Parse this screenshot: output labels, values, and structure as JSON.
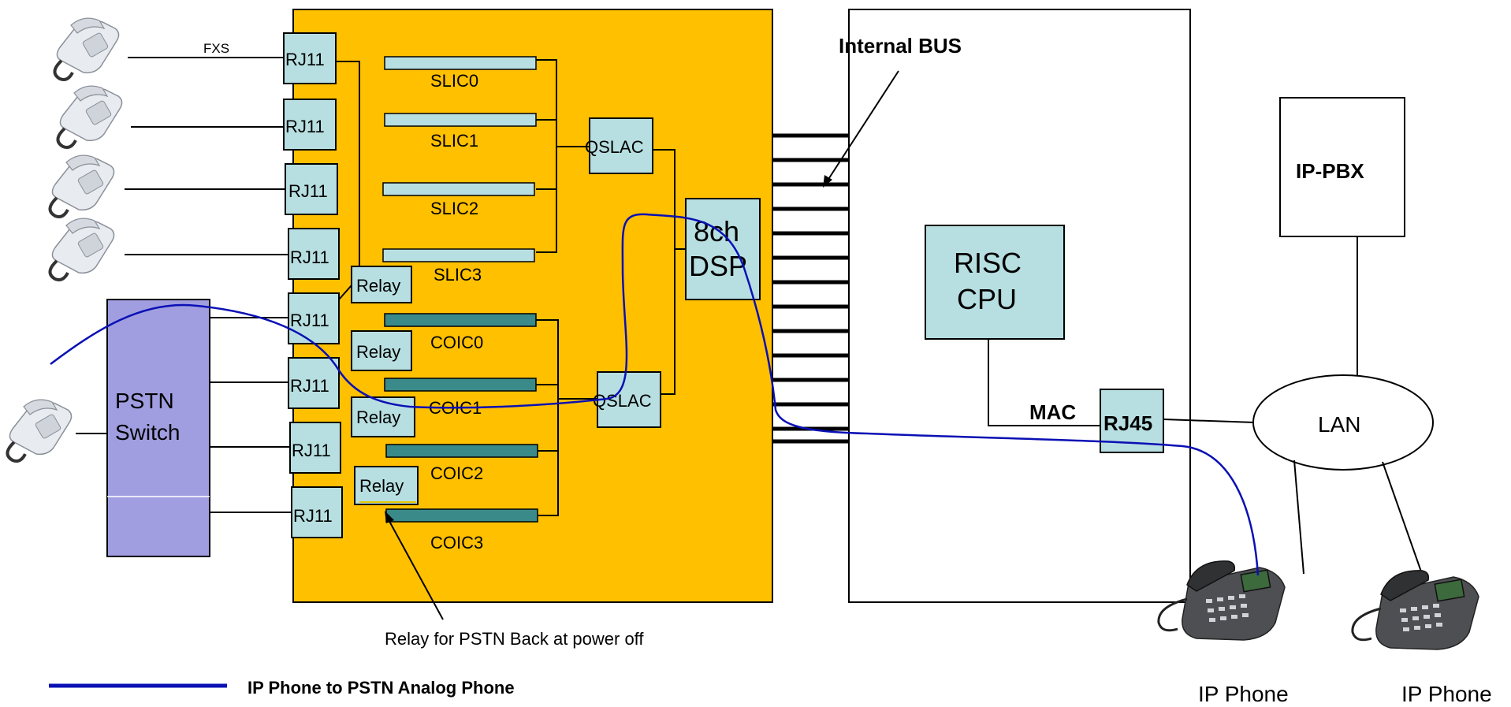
{
  "labels": {
    "fxs": "FXS",
    "internal_bus": "Internal BUS",
    "rj11": "RJ11",
    "slic": [
      "SLIC0",
      "SLIC1",
      "SLIC2",
      "SLIC3"
    ],
    "coic": [
      "COIC0",
      "COIC1",
      "COIC2",
      "COIC3"
    ],
    "qslac": "QSLAC",
    "relay": "Relay",
    "dsp_line1": "8ch",
    "dsp_line2": "DSP",
    "cpu_line1": "RISC",
    "cpu_line2": "CPU",
    "mac": "MAC",
    "rj45": "RJ45",
    "ippbx": "IP-PBX",
    "lan": "LAN",
    "pstn_line1": "PSTN",
    "pstn_line2": "Switch",
    "relay_note": "Relay for PSTN Back at power off",
    "ip_phone": "IP Phone"
  },
  "legend": {
    "label": "IP Phone to PSTN Analog Phone",
    "color": "#0a10b4"
  },
  "colors": {
    "board": "#ffc000",
    "chip": "#b7dfe1",
    "coic": "#3a8a8a",
    "pstn_switch": "#a09ee0",
    "path": "#0a10b4"
  },
  "icons": {
    "analog_phone": "analog-phone-icon",
    "ip_phone": "ip-phone-icon"
  }
}
